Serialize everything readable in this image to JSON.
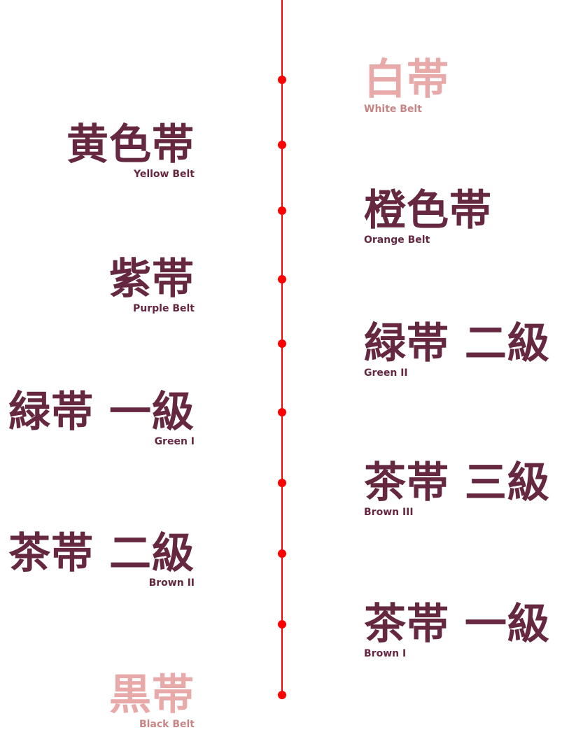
{
  "colors": {
    "axis": "#ff0000",
    "label": "#662740",
    "label_muted": "#e8a9a9",
    "subtitle": "#ffffff"
  },
  "timeline": [
    {
      "ja": "白帯",
      "en": "White Belt",
      "side": "right",
      "muted": true
    },
    {
      "ja": "黄色帯",
      "en": "Yellow Belt",
      "side": "left",
      "muted": false
    },
    {
      "ja": "橙色帯",
      "en": "Orange Belt",
      "side": "right",
      "muted": false
    },
    {
      "ja": "紫帯",
      "en": "Purple Belt",
      "side": "left",
      "muted": false
    },
    {
      "ja": "緑帯 二級",
      "en": "Green II",
      "side": "right",
      "muted": false
    },
    {
      "ja": "緑帯 一級",
      "en": "Green I",
      "side": "left",
      "muted": false
    },
    {
      "ja": "茶帯 三級",
      "en": "Brown III",
      "side": "right",
      "muted": false
    },
    {
      "ja": "茶帯 二級",
      "en": "Brown II",
      "side": "left",
      "muted": false
    },
    {
      "ja": "茶帯 一級",
      "en": "Brown I",
      "side": "right",
      "muted": false
    },
    {
      "ja": "黒帯",
      "en": "Black Belt",
      "side": "left",
      "muted": true
    }
  ]
}
